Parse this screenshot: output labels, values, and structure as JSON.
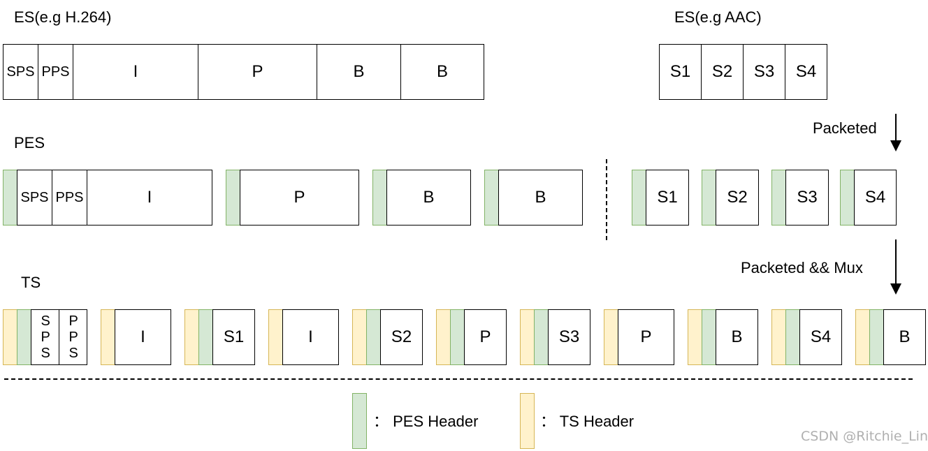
{
  "labels": {
    "es_video": "ES(e.g H.264)",
    "es_audio": "ES(e.g AAC)",
    "pes": "PES",
    "ts": "TS",
    "packeted": "Packeted",
    "packeted_mux": "Packeted && Mux"
  },
  "es_video": [
    "SPS",
    "PPS",
    "I",
    "P",
    "B",
    "B"
  ],
  "es_audio": [
    "S1",
    "S2",
    "S3",
    "S4"
  ],
  "pes_video": {
    "sps": "SPS",
    "pps": "PPS",
    "i": "I",
    "p": "P",
    "b1": "B",
    "b2": "B"
  },
  "pes_audio": [
    "S1",
    "S2",
    "S3",
    "S4"
  ],
  "ts": {
    "sps": "SPS",
    "pps": "PPS",
    "packets": [
      "I",
      "S1",
      "I",
      "S2",
      "P",
      "S3",
      "P",
      "B",
      "S4",
      "B"
    ]
  },
  "legend": {
    "pes_header": "： PES Header",
    "ts_header": "： TS Header"
  },
  "watermark": "CSDN @Ritchie_Lin",
  "colors": {
    "pes_fill": "#d5e8d4",
    "pes_stroke": "#82b366",
    "ts_fill": "#fff2cc",
    "ts_stroke": "#d6b656"
  }
}
